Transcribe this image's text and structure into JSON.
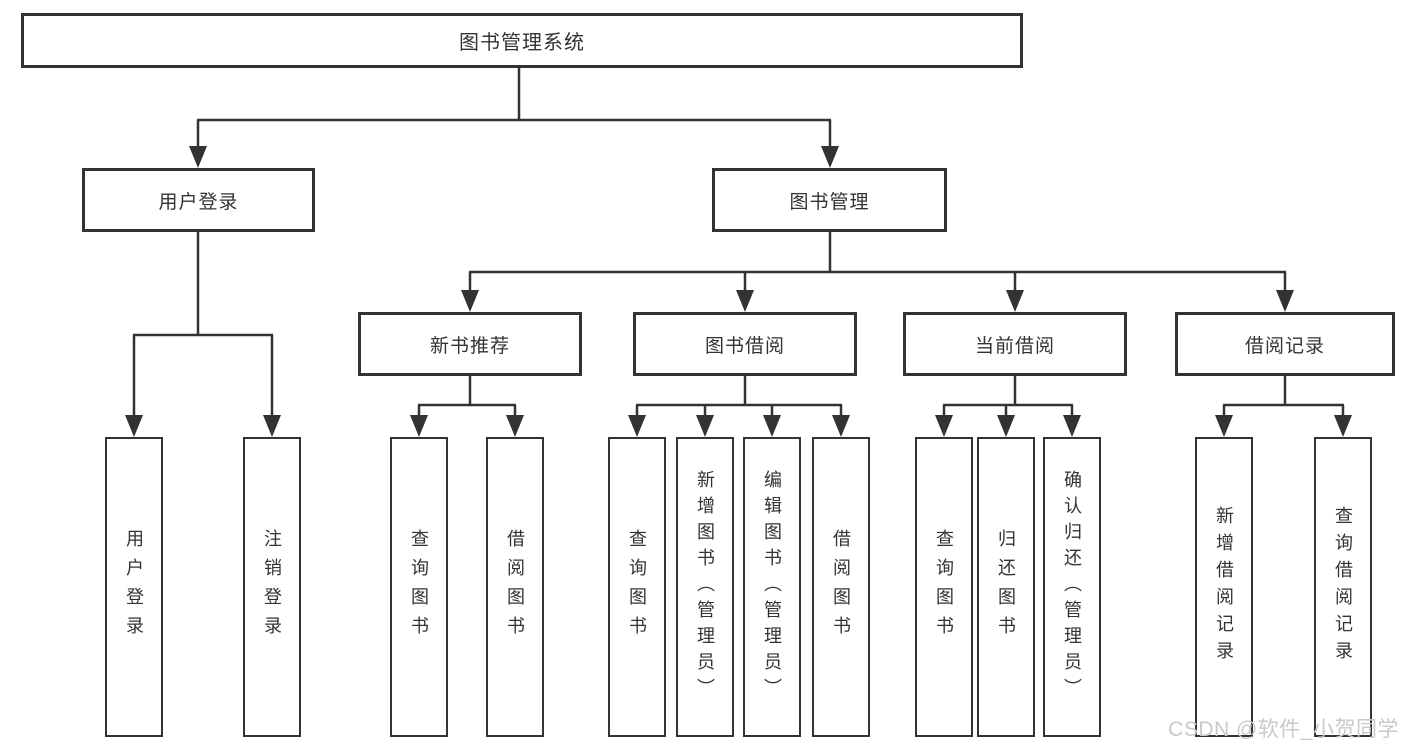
{
  "diagram": {
    "root": "图书管理系统",
    "level2": [
      "用户登录",
      "图书管理"
    ],
    "level3": [
      "新书推荐",
      "图书借阅",
      "当前借阅",
      "借阅记录"
    ],
    "leaves": {
      "user_login": [
        "用户登录",
        "注销登录"
      ],
      "new_book": [
        "查询图书",
        "借阅图书"
      ],
      "book_borrow": [
        "查询图书",
        "新增图书（管理员）",
        "编辑图书（管理员）",
        "借阅图书"
      ],
      "current_borrow": [
        "查询图书",
        "归还图书",
        "确认归还（管理员）"
      ],
      "borrow_record": [
        "新增借阅记录",
        "查询借阅记录"
      ]
    }
  },
  "watermark": {
    "text": "CSDN @软件_小贺同学",
    "color": "#c9c9c9"
  },
  "colors": {
    "line": "#333333",
    "box_border": "#333333",
    "box_background": "#ffffff",
    "text": "#333333",
    "page_background": "#ffffff"
  }
}
